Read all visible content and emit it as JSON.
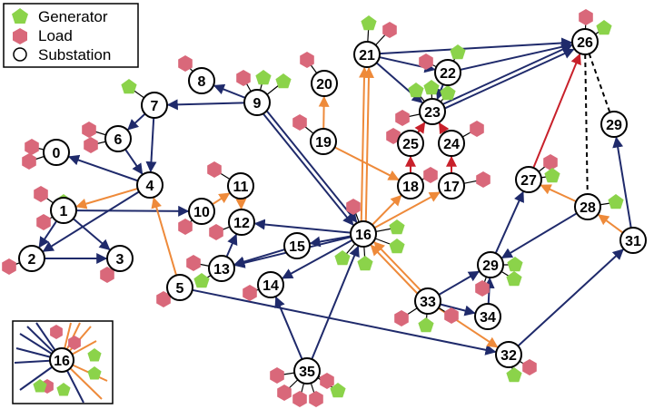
{
  "legend": {
    "generator_label": "Generator",
    "load_label": "Load",
    "substation_label": "Substation"
  },
  "colors": {
    "generator": "#8bd34a",
    "load": "#d9687a",
    "navy": "#1f2a6b",
    "orange": "#ee8a3a",
    "red": "#c8202a",
    "node_fill": "#ffffff",
    "node_stroke": "#000000"
  },
  "nodes": [
    {
      "id": "0",
      "label": "0"
    },
    {
      "id": "1",
      "label": "1"
    },
    {
      "id": "2",
      "label": "2"
    },
    {
      "id": "3",
      "label": "3"
    },
    {
      "id": "4",
      "label": "4"
    },
    {
      "id": "5",
      "label": "5"
    },
    {
      "id": "6",
      "label": "6"
    },
    {
      "id": "7",
      "label": "7"
    },
    {
      "id": "8",
      "label": "8"
    },
    {
      "id": "9",
      "label": "9"
    },
    {
      "id": "10",
      "label": "10"
    },
    {
      "id": "11",
      "label": "11"
    },
    {
      "id": "12",
      "label": "12"
    },
    {
      "id": "13",
      "label": "13"
    },
    {
      "id": "14",
      "label": "14"
    },
    {
      "id": "15",
      "label": "15"
    },
    {
      "id": "16",
      "label": "16"
    },
    {
      "id": "17",
      "label": "17"
    },
    {
      "id": "18",
      "label": "18"
    },
    {
      "id": "19",
      "label": "19"
    },
    {
      "id": "20",
      "label": "20"
    },
    {
      "id": "21",
      "label": "21"
    },
    {
      "id": "22",
      "label": "22"
    },
    {
      "id": "23",
      "label": "23"
    },
    {
      "id": "24",
      "label": "24"
    },
    {
      "id": "25",
      "label": "25"
    },
    {
      "id": "26",
      "label": "26"
    },
    {
      "id": "27",
      "label": "27"
    },
    {
      "id": "28",
      "label": "28"
    },
    {
      "id": "29",
      "label": "29"
    },
    {
      "id": "29b",
      "label": "29"
    },
    {
      "id": "31",
      "label": "31"
    },
    {
      "id": "32",
      "label": "32"
    },
    {
      "id": "33",
      "label": "33"
    },
    {
      "id": "34",
      "label": "34"
    },
    {
      "id": "35",
      "label": "35"
    }
  ],
  "edges": [
    {
      "from": "4",
      "to": "0",
      "color": "navy",
      "style": "solid"
    },
    {
      "from": "1",
      "to": "2",
      "color": "navy",
      "style": "solid"
    },
    {
      "from": "1",
      "to": "3",
      "color": "navy",
      "style": "solid"
    },
    {
      "from": "1",
      "to": "10",
      "color": "navy",
      "style": "solid"
    },
    {
      "from": "2",
      "to": "3",
      "color": "navy",
      "style": "solid"
    },
    {
      "from": "4",
      "to": "1",
      "color": "orange",
      "style": "solid"
    },
    {
      "from": "4",
      "to": "2",
      "color": "navy",
      "style": "solid"
    },
    {
      "from": "6",
      "to": "4",
      "color": "navy",
      "style": "solid"
    },
    {
      "from": "7",
      "to": "6",
      "color": "navy",
      "style": "solid"
    },
    {
      "from": "7",
      "to": "4",
      "color": "navy",
      "style": "solid"
    },
    {
      "from": "9",
      "to": "8",
      "color": "navy",
      "style": "solid"
    },
    {
      "from": "9",
      "to": "7",
      "color": "navy",
      "style": "solid"
    },
    {
      "from": "9",
      "to": "16",
      "color": "navy",
      "style": "double"
    },
    {
      "from": "5",
      "to": "4",
      "color": "orange",
      "style": "solid"
    },
    {
      "from": "5",
      "to": "32",
      "color": "navy",
      "style": "solid"
    },
    {
      "from": "11",
      "to": "12",
      "color": "orange",
      "style": "solid"
    },
    {
      "from": "10",
      "to": "11",
      "color": "orange",
      "style": "solid"
    },
    {
      "from": "13",
      "to": "12",
      "color": "navy",
      "style": "solid"
    },
    {
      "from": "16",
      "to": "12",
      "color": "navy",
      "style": "solid"
    },
    {
      "from": "16",
      "to": "13",
      "color": "navy",
      "style": "solid"
    },
    {
      "from": "16",
      "to": "14",
      "color": "navy",
      "style": "solid"
    },
    {
      "from": "16",
      "to": "15",
      "color": "navy",
      "style": "solid"
    },
    {
      "from": "15",
      "to": "13",
      "color": "navy",
      "style": "solid"
    },
    {
      "from": "35",
      "to": "14",
      "color": "navy",
      "style": "solid"
    },
    {
      "from": "35",
      "to": "16",
      "color": "navy",
      "style": "solid"
    },
    {
      "from": "16",
      "to": "21",
      "color": "orange",
      "style": "double"
    },
    {
      "from": "16",
      "to": "18",
      "color": "orange",
      "style": "solid"
    },
    {
      "from": "16",
      "to": "17",
      "color": "orange",
      "style": "solid"
    },
    {
      "from": "33",
      "to": "16",
      "color": "orange",
      "style": "double"
    },
    {
      "from": "19",
      "to": "20",
      "color": "orange",
      "style": "solid"
    },
    {
      "from": "19",
      "to": "18",
      "color": "orange",
      "style": "solid"
    },
    {
      "from": "21",
      "to": "26",
      "color": "navy",
      "style": "solid"
    },
    {
      "from": "21",
      "to": "22",
      "color": "navy",
      "style": "solid"
    },
    {
      "from": "21",
      "to": "23",
      "color": "navy",
      "style": "solid"
    },
    {
      "from": "22",
      "to": "26",
      "color": "navy",
      "style": "solid"
    },
    {
      "from": "22",
      "to": "23",
      "color": "navy",
      "style": "solid"
    },
    {
      "from": "23",
      "to": "26",
      "color": "navy",
      "style": "double"
    },
    {
      "from": "18",
      "to": "25",
      "color": "red",
      "style": "solid"
    },
    {
      "from": "25",
      "to": "23",
      "color": "red",
      "style": "solid"
    },
    {
      "from": "17",
      "to": "24",
      "color": "red",
      "style": "solid"
    },
    {
      "from": "24",
      "to": "23",
      "color": "red",
      "style": "solid"
    },
    {
      "from": "27",
      "to": "26",
      "color": "red",
      "style": "solid"
    },
    {
      "from": "26",
      "to": "28",
      "color": "black",
      "style": "dashed"
    },
    {
      "from": "26",
      "to": "29b",
      "color": "black",
      "style": "dashed"
    },
    {
      "from": "28",
      "to": "27",
      "color": "orange",
      "style": "solid"
    },
    {
      "from": "31",
      "to": "28",
      "color": "orange",
      "style": "solid"
    },
    {
      "from": "31",
      "to": "29b",
      "color": "navy",
      "style": "solid"
    },
    {
      "from": "28",
      "to": "29",
      "color": "navy",
      "style": "solid"
    },
    {
      "from": "29",
      "to": "27",
      "color": "navy",
      "style": "solid"
    },
    {
      "from": "33",
      "to": "29",
      "color": "navy",
      "style": "solid"
    },
    {
      "from": "33",
      "to": "34",
      "color": "navy",
      "style": "solid"
    },
    {
      "from": "34",
      "to": "29",
      "color": "navy",
      "style": "solid"
    },
    {
      "from": "33",
      "to": "32",
      "color": "orange",
      "style": "solid"
    },
    {
      "from": "32",
      "to": "31",
      "color": "navy",
      "style": "solid"
    }
  ],
  "inset": {
    "label": "16"
  }
}
